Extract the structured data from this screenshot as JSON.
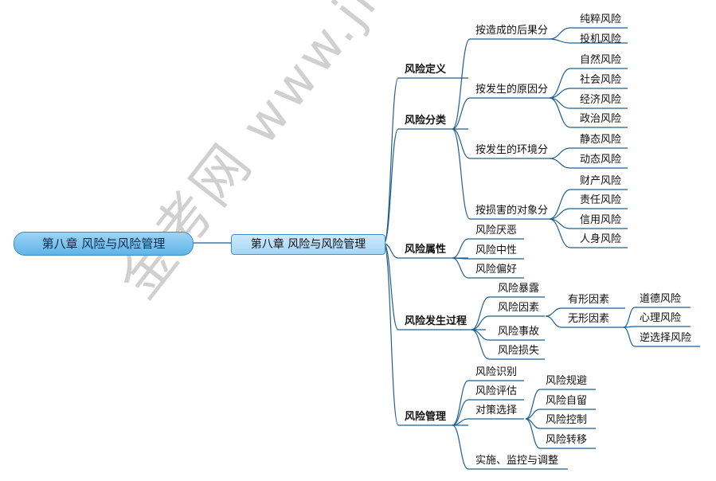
{
  "root": "第八章 风险与风险管理",
  "center": "第八章 风险与风险管理",
  "watermark": {
    "cn": "金考网",
    "url": "www.jinkaoedu.com"
  },
  "branches": [
    {
      "id": "b0",
      "label": "风险定义"
    },
    {
      "id": "b1",
      "label": "风险分类",
      "children": [
        {
          "label": "按造成的后果分",
          "children": [
            "纯粹风险",
            "投机风险"
          ]
        },
        {
          "label": "按发生的原因分",
          "children": [
            "自然风险",
            "社会风险",
            "经济风险",
            "政治风险"
          ]
        },
        {
          "label": "按发生的环境分",
          "children": [
            "静态风险",
            "动态风险"
          ]
        },
        {
          "label": "按损害的对象分",
          "children": [
            "财产风险",
            "责任风险",
            "信用风险",
            "人身风险"
          ]
        }
      ]
    },
    {
      "id": "b2",
      "label": "风险属性",
      "children": [
        "风险厌恶",
        "风险中性",
        "风险偏好"
      ]
    },
    {
      "id": "b3",
      "label": "风险发生过程",
      "children": [
        "风险暴露",
        "风险因素",
        "风险事故",
        "风险损失"
      ],
      "factor_types": [
        {
          "label": "有形因素"
        },
        {
          "label": "无形因素",
          "children": [
            "道德风险",
            "心理风险",
            "逆选择风险"
          ]
        }
      ]
    },
    {
      "id": "b4",
      "label": "风险管理",
      "children": [
        "风险识别",
        "风险评估",
        "对策选择",
        "实施、监控与调整"
      ],
      "strategies": [
        "风险规避",
        "风险自留",
        "风险控制",
        "风险转移"
      ]
    }
  ]
}
